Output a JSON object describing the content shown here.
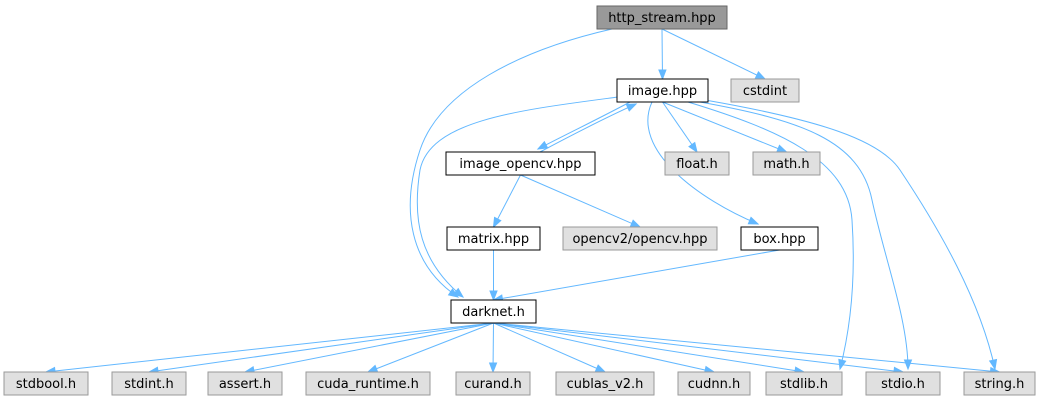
{
  "colors": {
    "root_fill": "#999999",
    "root_border": "#666666",
    "node_fill": "#ffffff",
    "node_border": "#000000",
    "external_fill": "#e0e0e0",
    "external_border": "#999999",
    "edge": "#63b8ff"
  },
  "nodes": [
    {
      "id": "http_stream",
      "label": "http_stream.hpp",
      "kind": "root"
    },
    {
      "id": "image",
      "label": "image.hpp",
      "kind": "local"
    },
    {
      "id": "cstdint",
      "label": "cstdint",
      "kind": "external"
    },
    {
      "id": "image_opencv",
      "label": "image_opencv.hpp",
      "kind": "local"
    },
    {
      "id": "float",
      "label": "float.h",
      "kind": "external"
    },
    {
      "id": "math",
      "label": "math.h",
      "kind": "external"
    },
    {
      "id": "matrix",
      "label": "matrix.hpp",
      "kind": "local"
    },
    {
      "id": "opencv2",
      "label": "opencv2/opencv.hpp",
      "kind": "external"
    },
    {
      "id": "box",
      "label": "box.hpp",
      "kind": "local"
    },
    {
      "id": "darknet",
      "label": "darknet.h",
      "kind": "local"
    },
    {
      "id": "stdbool",
      "label": "stdbool.h",
      "kind": "external"
    },
    {
      "id": "stdint",
      "label": "stdint.h",
      "kind": "external"
    },
    {
      "id": "assert",
      "label": "assert.h",
      "kind": "external"
    },
    {
      "id": "cuda_runtime",
      "label": "cuda_runtime.h",
      "kind": "external"
    },
    {
      "id": "curand",
      "label": "curand.h",
      "kind": "external"
    },
    {
      "id": "cublas",
      "label": "cublas_v2.h",
      "kind": "external"
    },
    {
      "id": "cudnn",
      "label": "cudnn.h",
      "kind": "external"
    },
    {
      "id": "stdlib",
      "label": "stdlib.h",
      "kind": "external"
    },
    {
      "id": "stdio",
      "label": "stdio.h",
      "kind": "external"
    },
    {
      "id": "string",
      "label": "string.h",
      "kind": "external"
    }
  ],
  "edges": [
    [
      "http_stream",
      "image"
    ],
    [
      "http_stream",
      "cstdint"
    ],
    [
      "http_stream",
      "darknet"
    ],
    [
      "image",
      "image_opencv"
    ],
    [
      "image_opencv",
      "image"
    ],
    [
      "image",
      "float"
    ],
    [
      "image",
      "math"
    ],
    [
      "image",
      "box"
    ],
    [
      "image",
      "darknet"
    ],
    [
      "image",
      "stdlib"
    ],
    [
      "image",
      "stdio"
    ],
    [
      "image",
      "string"
    ],
    [
      "image_opencv",
      "matrix"
    ],
    [
      "image_opencv",
      "opencv2"
    ],
    [
      "matrix",
      "darknet"
    ],
    [
      "box",
      "darknet"
    ],
    [
      "darknet",
      "stdbool"
    ],
    [
      "darknet",
      "stdint"
    ],
    [
      "darknet",
      "assert"
    ],
    [
      "darknet",
      "cuda_runtime"
    ],
    [
      "darknet",
      "curand"
    ],
    [
      "darknet",
      "cublas"
    ],
    [
      "darknet",
      "cudnn"
    ],
    [
      "darknet",
      "stdlib"
    ],
    [
      "darknet",
      "stdio"
    ],
    [
      "darknet",
      "string"
    ]
  ]
}
